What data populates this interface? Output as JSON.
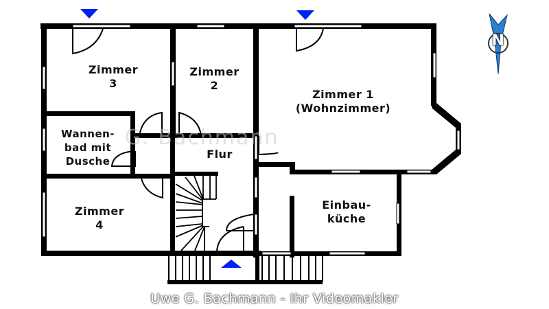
{
  "plan": {
    "rooms": {
      "zimmer3": {
        "line1": "Zimmer",
        "line2": "3"
      },
      "zimmer2": {
        "line1": "Zimmer",
        "line2": "2"
      },
      "zimmer1": {
        "line1": "Zimmer 1",
        "line2": "(Wohnzimmer)"
      },
      "bad": {
        "line1": "Wannen-",
        "line2": "bad mit",
        "line3": "Dusche"
      },
      "flur": {
        "line1": "Flur"
      },
      "zimmer4": {
        "line1": "Zimmer",
        "line2": "4"
      },
      "kueche": {
        "line1": "Einbau-",
        "line2": "küche"
      }
    },
    "compass": {
      "label": "N",
      "color": "#2a7fd0"
    },
    "markers_color": "#0022ee",
    "watermark": "G. Bachmann",
    "footer": "Uwe G. Bachmann - Ihr Videomakler"
  }
}
